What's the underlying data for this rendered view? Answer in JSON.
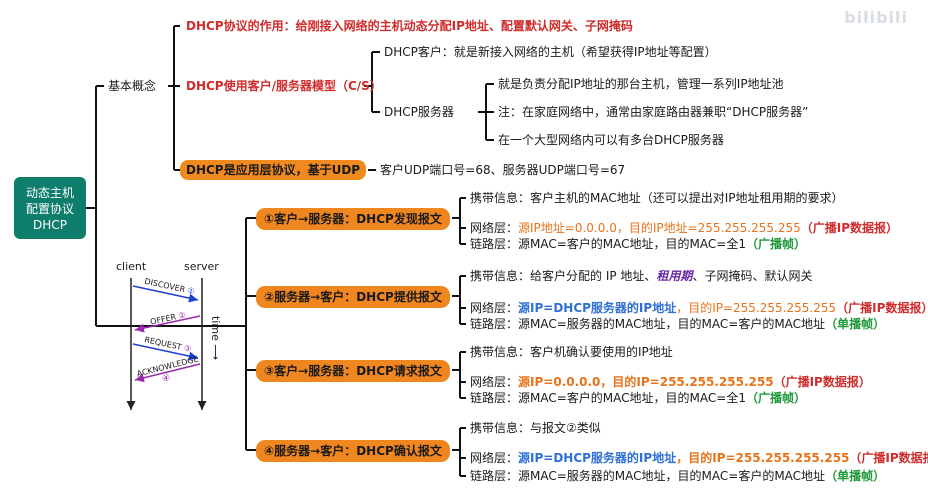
{
  "watermark": "bilibili",
  "root": {
    "line1": "动态主机",
    "line2": "配置协议",
    "line3": "DHCP"
  },
  "basic": {
    "label": "基本概念",
    "role": "DHCP协议的作用：给刚接入网络的主机动态分配IP地址、配置默认网关、子网掩码",
    "model": "DHCP使用客户/服务器模型（C/S）",
    "client_label": "DHCP客户：就是新接入网络的主机（希望获得IP地址等配置）",
    "server_label": "DHCP服务器",
    "server_items": [
      "就是负责分配IP地址的那台主机，管理一系列IP地址池",
      "注：在家庭网络中，通常由家庭路由器兼职“DHCP服务器”",
      "在一个大型网络内可以有多台DHCP服务器"
    ],
    "app_layer": "DHCP是应用层协议，基于UDP",
    "ports": "客户UDP端口号=68、服务器UDP端口号=67"
  },
  "seq": {
    "client": "client",
    "server": "server",
    "time": "time",
    "arrow": "⟶",
    "msgs": [
      "DISCOVER",
      "OFFER",
      "REQUEST",
      "ACKNOWLEDGE"
    ],
    "nums": [
      "①",
      "②",
      "③",
      "④"
    ]
  },
  "steps": [
    {
      "title": "①客户→服务器：DHCP发现报文",
      "carry_prefix": "携带信息：",
      "carry": "客户主机的MAC地址（还可以提出对IP地址租用期的要求）",
      "net_prefix": "网络层：",
      "net": "源IP地址=0.0.0.0，目的IP地址=255.255.255.255",
      "net_tag": "（广播IP数据报）",
      "link_prefix": "链路层：",
      "link": "源MAC=客户的MAC地址，目的MAC=全1",
      "link_tag": "（广播帧）"
    },
    {
      "title": "②服务器→客户：DHCP提供报文",
      "carry_prefix": "携带信息：",
      "carry_a": "给客户分配的 IP 地址、",
      "carry_b": "租用期",
      "carry_c": "、子网掩码、默认网关",
      "net_prefix": "网络层：",
      "net_a": "源IP=DHCP服务器的IP地址",
      "net_b": "，目的IP=255.255.255.255",
      "net_tag": "（广播IP数据报）",
      "link_prefix": "链路层：",
      "link": "源MAC=服务器的MAC地址，目的MAC=客户的MAC地址",
      "link_tag": "（单播帧）"
    },
    {
      "title": "③客户→服务器：DHCP请求报文",
      "carry_prefix": "携带信息：",
      "carry": "客户机确认要使用的IP地址",
      "net_prefix": "网络层：",
      "net": "源IP=0.0.0.0，目的IP=255.255.255.255",
      "net_tag": "（广播IP数据报）",
      "link_prefix": "链路层：",
      "link": "源MAC=客户的MAC地址，目的MAC=全1",
      "link_tag": "（广播帧）"
    },
    {
      "title": "④服务器→客户：DHCP确认报文",
      "carry_prefix": "携带信息：",
      "carry": "与报文②类似",
      "net_prefix": "网络层：",
      "net_a": "源IP=DHCP服务器的IP地址",
      "net_b": "，目的IP=255.255.255.255",
      "net_tag": "（广播IP数据报）",
      "link_prefix": "链路层：",
      "link": "源MAC=服务器的MAC地址，目的MAC=客户的MAC地址",
      "link_tag": "（单播帧）"
    }
  ]
}
